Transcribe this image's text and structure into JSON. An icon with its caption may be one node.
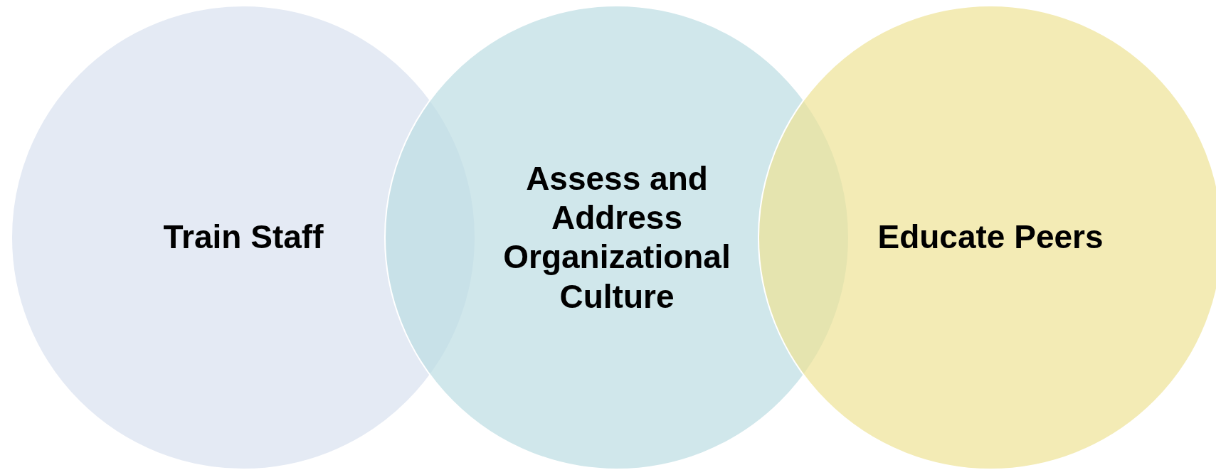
{
  "diagram": {
    "nodes": [
      {
        "text": [
          "Train Staff"
        ]
      },
      {
        "text": [
          "Assess and Address Organizational Culture"
        ]
      },
      {
        "text": [
          "Educate Peers"
        ]
      }
    ]
  }
}
